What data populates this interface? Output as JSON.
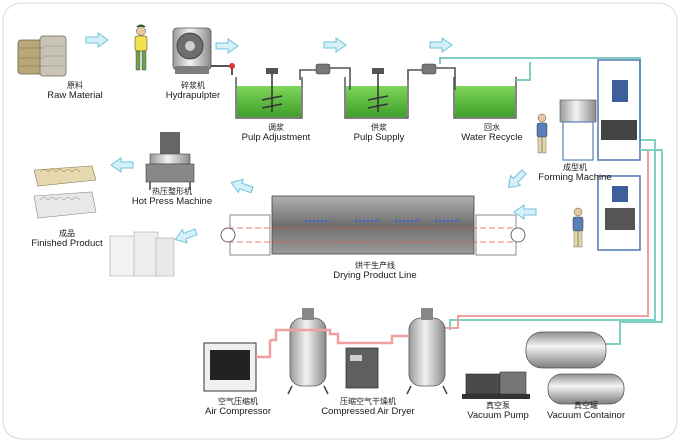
{
  "nodes": {
    "raw_material": {
      "cn": "原料",
      "en": "Raw Material"
    },
    "hydrapulpter": {
      "cn": "碎浆机",
      "en": "Hydrapulpter"
    },
    "pulp_adjustment": {
      "cn": "调浆",
      "en": "Pulp Adjustment"
    },
    "pulp_supply": {
      "cn": "供浆",
      "en": "Pulp Supply"
    },
    "water_recycle": {
      "cn": "回水",
      "en": "Water Recycle"
    },
    "forming_machine": {
      "cn": "成型机",
      "en": "Forming Machine"
    },
    "hot_press": {
      "cn": "热压整形机",
      "en": "Hot Press Machine"
    },
    "finished_product": {
      "cn": "成品",
      "en": "Finished Product"
    },
    "drying_line": {
      "cn": "烘干生产线",
      "en": "Drying Product Line"
    },
    "air_compressor": {
      "cn": "空气压缩机",
      "en": "Air Compressor"
    },
    "air_dryer": {
      "cn": "压缩空气干燥机",
      "en": "Compressed Air Dryer"
    },
    "vacuum_pump": {
      "cn": "真空泵",
      "en": "Vacuum Pump"
    },
    "vacuum_container": {
      "cn": "真空罐",
      "en": "Vacuum Containor"
    }
  },
  "colors": {
    "flow_arrow": "#bfe6f3",
    "flow_arrow_stroke": "#7cc9e3",
    "water": "#5fbf3f",
    "pipe_water": "#7fd0c0",
    "pipe_air": "#f0a0a0",
    "dryer_body": "#8a8a8a"
  }
}
